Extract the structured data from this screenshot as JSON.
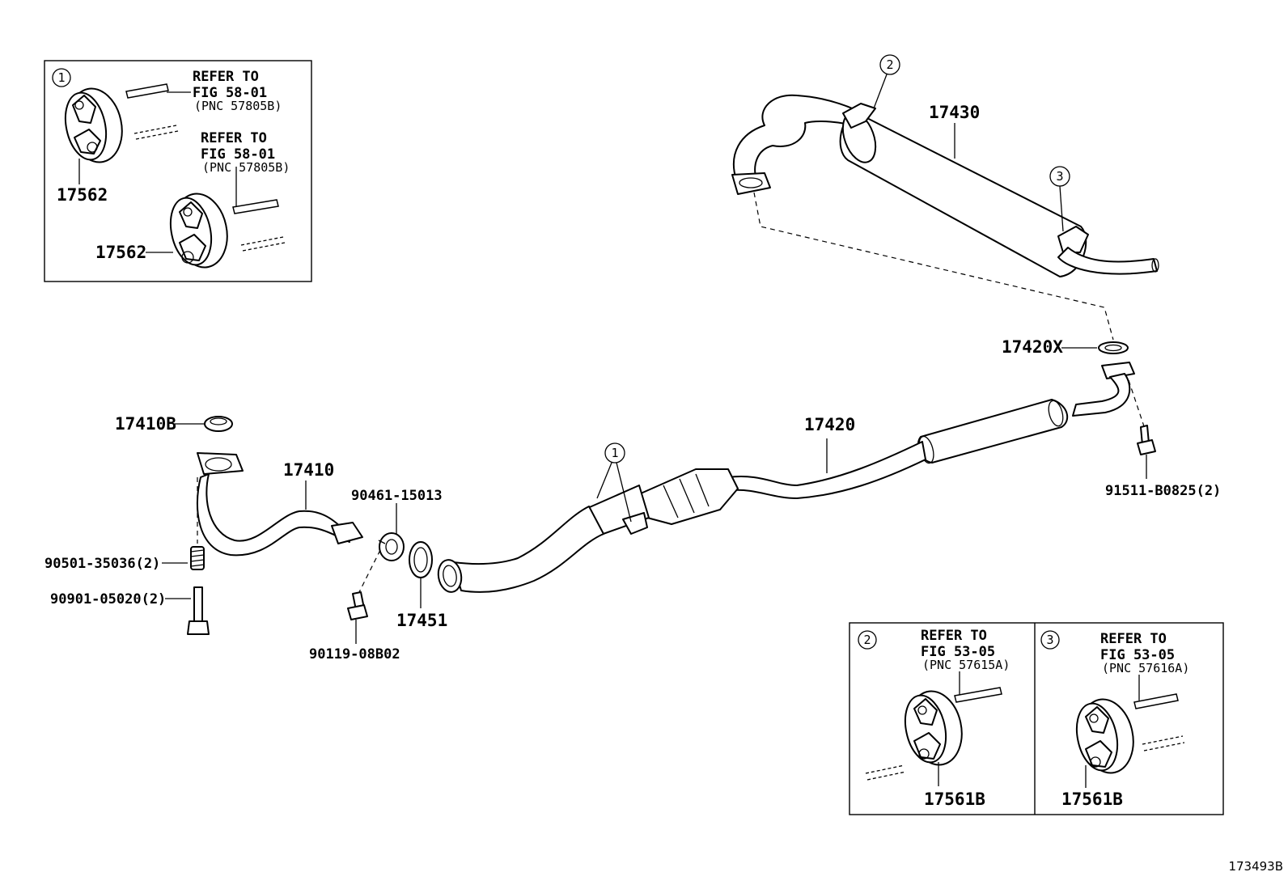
{
  "parts": {
    "p17430": "17430",
    "p17420X": "17420X",
    "p17420": "17420",
    "p91511": "91511-B0825(2)",
    "p17410B": "17410B",
    "p17410": "17410",
    "p90461": "90461-15013",
    "p90501": "90501-35036(2)",
    "p90901": "90901-05020(2)",
    "p17451": "17451",
    "p90119": "90119-08B02"
  },
  "callouts": {
    "c1": "1",
    "c2": "2",
    "c3": "3"
  },
  "inset1": {
    "num": "1",
    "refer_a_1": "REFER TO",
    "refer_a_2": "FIG 58-01",
    "refer_a_3": "(PNC 57805B)",
    "refer_b_1": "REFER TO",
    "refer_b_2": "FIG 58-01",
    "refer_b_3": "(PNC 57805B)",
    "part_a": "17562",
    "part_b": "17562"
  },
  "inset2": {
    "num": "2",
    "refer_1": "REFER TO",
    "refer_2": "FIG 53-05",
    "refer_3": "(PNC 57615A)",
    "part": "17561B"
  },
  "inset3": {
    "num": "3",
    "refer_1": "REFER TO",
    "refer_2": "FIG 53-05",
    "refer_3": "(PNC 57616A)",
    "part": "17561B"
  },
  "figure_id": "173493B"
}
